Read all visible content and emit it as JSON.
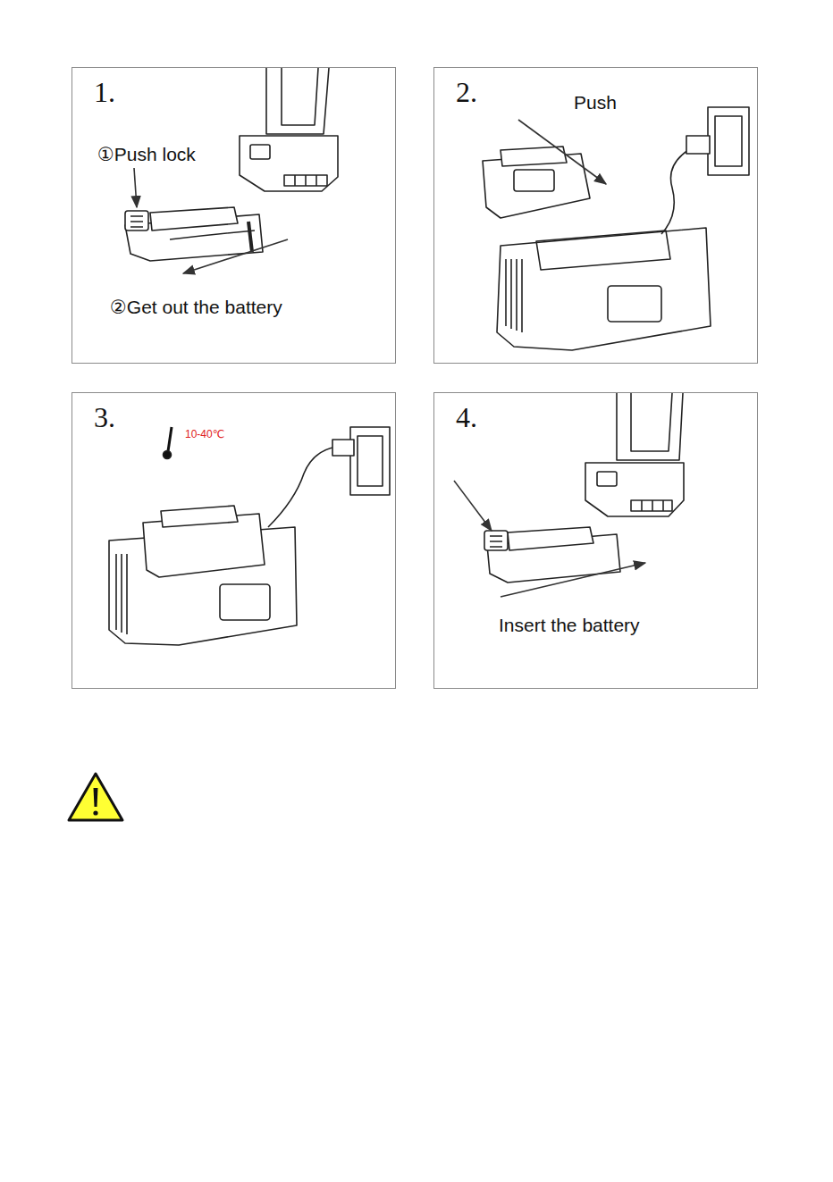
{
  "diagram": {
    "nodes": [
      {
        "text": [
          "1.",
          "①Push lock",
          "②Get out the battery"
        ]
      },
      {
        "text": [
          "2.",
          "Push"
        ]
      },
      {
        "text": [
          "3.",
          "10-40℃"
        ]
      },
      {
        "text": [
          "4.",
          "Insert the battery"
        ]
      }
    ]
  }
}
